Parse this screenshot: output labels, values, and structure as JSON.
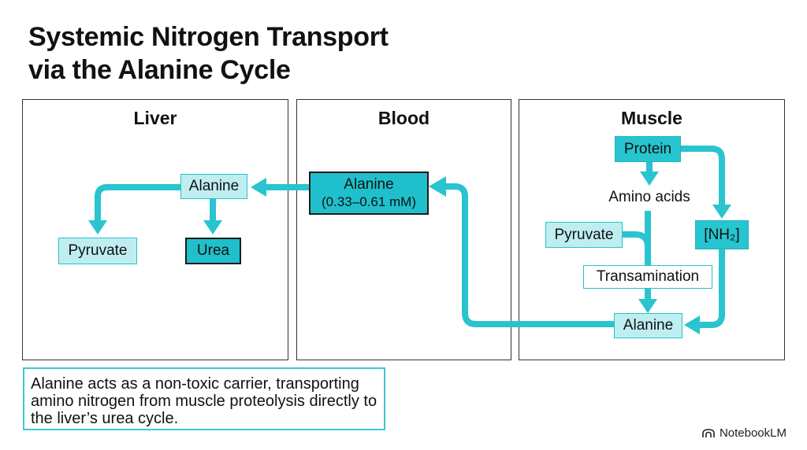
{
  "title_line1": "Systemic Nitrogen Transport",
  "title_line2": "via the Alanine Cycle",
  "panels": {
    "liver": {
      "title": "Liver",
      "alanine": "Alanine",
      "pyruvate": "Pyruvate",
      "urea": "Urea"
    },
    "blood": {
      "title": "Blood",
      "alanine": "Alanine",
      "concentration": "(0.33–0.61 mM)"
    },
    "muscle": {
      "title": "Muscle",
      "protein": "Protein",
      "amino_acids": "Amino acids",
      "pyruvate": "Pyruvate",
      "nh2": "[NH₂]",
      "transamination": "Transamination",
      "alanine": "Alanine"
    }
  },
  "note": "Alanine acts as a non-toxic carrier, transporting amino nitrogen from muscle proteolysis directly to the liver’s urea cycle.",
  "brand": "NotebookLM",
  "colors": {
    "arrow": "#29c4cf",
    "light_fill": "#bfeef1",
    "dark_fill": "#1fc0cb",
    "border": "#333333"
  }
}
